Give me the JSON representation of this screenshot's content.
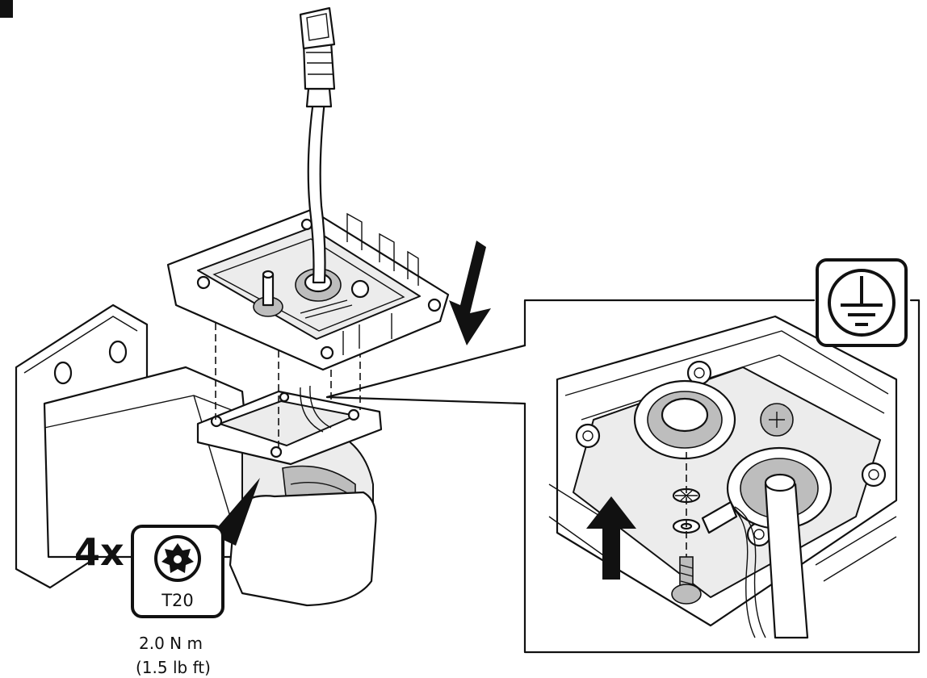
{
  "step_badge": "",
  "quantity_label": "4x",
  "tool": {
    "name": "T20",
    "icon": "torx-icon"
  },
  "torque": {
    "metric": "2.0 N m",
    "imperial": "(1.5 lb ft)"
  },
  "detail_symbol": "protective-earth-icon",
  "arrows": {
    "down": "arrow-down-icon",
    "up": "arrow-up-icon"
  }
}
